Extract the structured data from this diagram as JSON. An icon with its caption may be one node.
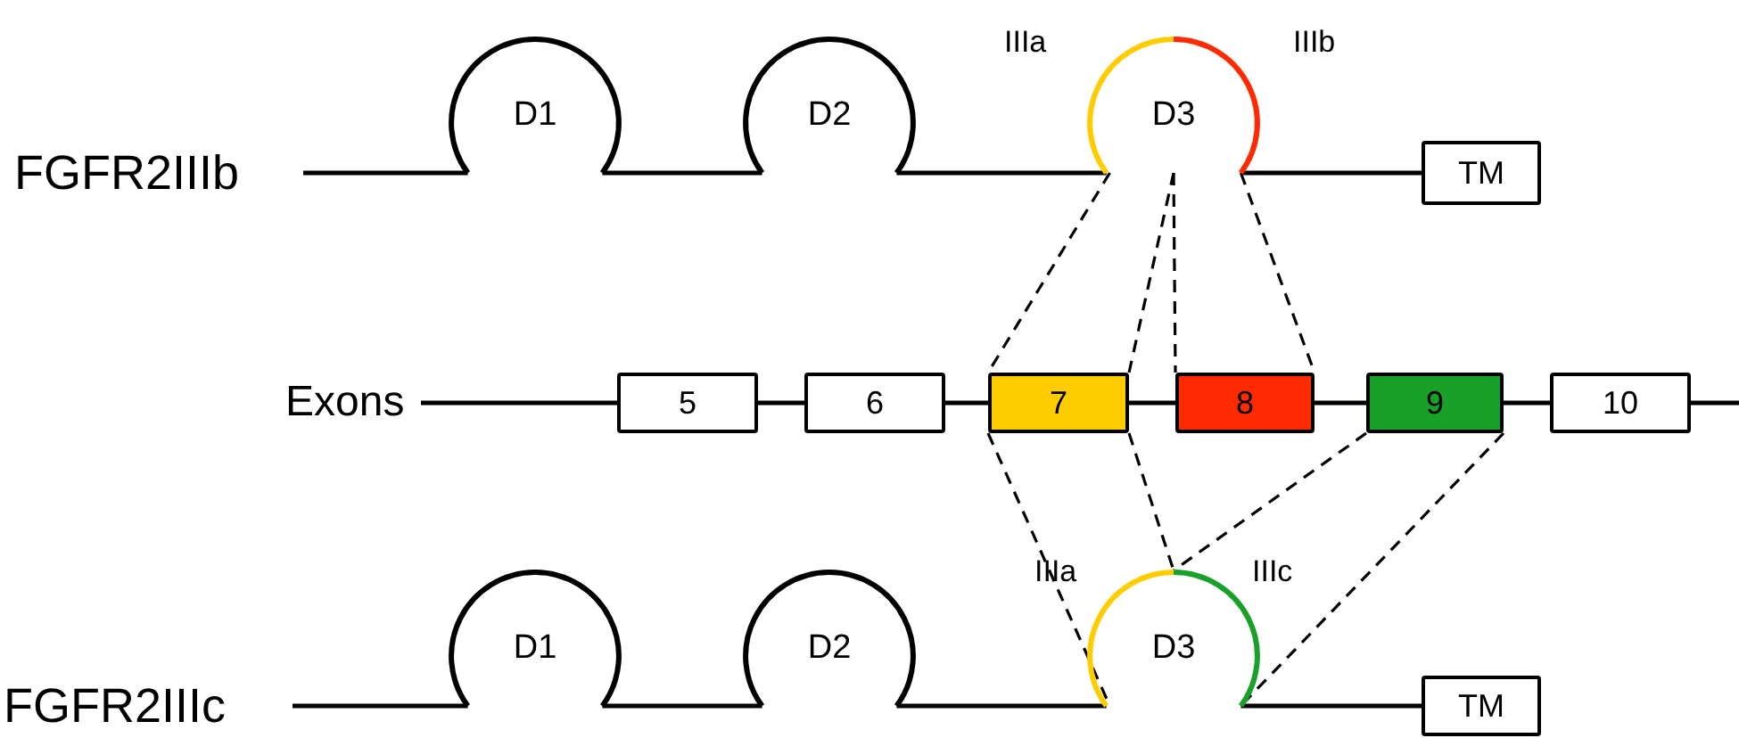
{
  "diagram": {
    "nodes": [
      {
        "text": [
          "FGFR2IIIb"
        ]
      },
      {
        "text": [
          "D1"
        ]
      },
      {
        "text": [
          "D2"
        ]
      },
      {
        "text": [
          "D3"
        ],
        "beside": [
          "IIIa",
          "IIIb"
        ]
      },
      {
        "text": [
          "TM"
        ]
      },
      {
        "text": [
          "Exons"
        ]
      },
      {
        "text": [
          "5"
        ]
      },
      {
        "text": [
          "6"
        ]
      },
      {
        "text": [
          "7"
        ]
      },
      {
        "text": [
          "8"
        ]
      },
      {
        "text": [
          "9"
        ]
      },
      {
        "text": [
          "10"
        ]
      },
      {
        "text": [
          "FGFR2IIIc"
        ]
      },
      {
        "text": [
          "D1"
        ]
      },
      {
        "text": [
          "D2"
        ]
      },
      {
        "text": [
          "D3"
        ],
        "beside": [
          "IIIa",
          "IIIc"
        ]
      },
      {
        "text": [
          "TM"
        ]
      }
    ],
    "edges": [
      {
        "from": 0,
        "to": 1,
        "arrow": "none"
      },
      {
        "from": 1,
        "to": 2,
        "arrow": "none"
      },
      {
        "from": 2,
        "to": 3,
        "arrow": "none"
      },
      {
        "from": 3,
        "to": 4,
        "arrow": "none"
      },
      {
        "from": 5,
        "to": 6,
        "arrow": "none"
      },
      {
        "from": 6,
        "to": 7,
        "arrow": "none"
      },
      {
        "from": 7,
        "to": 8,
        "arrow": "none"
      },
      {
        "from": 8,
        "to": 9,
        "arrow": "none"
      },
      {
        "from": 9,
        "to": 10,
        "arrow": "none"
      },
      {
        "from": 10,
        "to": 11,
        "arrow": "none"
      },
      {
        "from": 11,
        "to": null,
        "arrow": "none"
      },
      {
        "from": 3,
        "to": 8,
        "arrow": "none",
        "style": "dashed"
      },
      {
        "from": 3,
        "to": 8,
        "arrow": "none",
        "style": "dashed"
      },
      {
        "from": 3,
        "to": 9,
        "arrow": "none",
        "style": "dashed"
      },
      {
        "from": 3,
        "to": 9,
        "arrow": "none",
        "style": "dashed"
      },
      {
        "from": 12,
        "to": 13,
        "arrow": "none"
      },
      {
        "from": 13,
        "to": 14,
        "arrow": "none"
      },
      {
        "from": 14,
        "to": 15,
        "arrow": "none"
      },
      {
        "from": 15,
        "to": 16,
        "arrow": "none"
      },
      {
        "from": 8,
        "to": 15,
        "arrow": "none",
        "style": "dashed"
      },
      {
        "from": 8,
        "to": 15,
        "arrow": "none",
        "style": "dashed"
      },
      {
        "from": 10,
        "to": 15,
        "arrow": "none",
        "style": "dashed"
      },
      {
        "from": 10,
        "to": 15,
        "arrow": "none",
        "style": "dashed"
      }
    ]
  }
}
